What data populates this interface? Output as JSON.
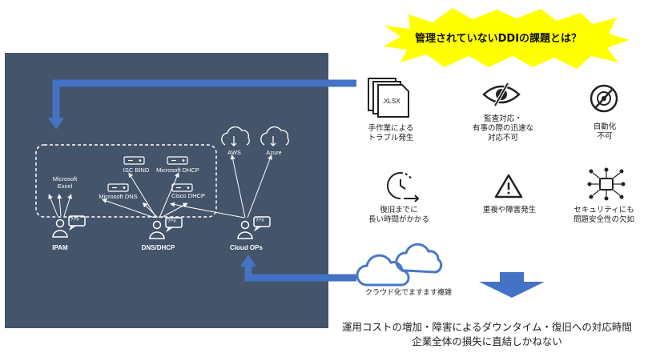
{
  "title": "管理されていないDDIの課題とは？",
  "colors": {
    "panel": "#44546a",
    "arrow": "#4472c4",
    "burst": "#ffff00",
    "cloud": "#4a78c8"
  },
  "left_panel": {
    "microsoft_excel": "Microsoft\nExcel",
    "isc_bind": "ISC BIND",
    "microsoft_dhcp": "Microsoft DHCP",
    "microsoft_dns": "Microsoft DNS",
    "cisco_dhcp": "Cisco DHCP",
    "aws": "AWS",
    "azure": "Azure",
    "ipam": "IPAM",
    "dns_dhcp": "DNS/DHCP",
    "cloud_ops": "Cloud OPs",
    "chat_glyph": "?!*#"
  },
  "issues": [
    {
      "text": "手作業による\nトラブル発生",
      "icon": "spreadsheet-file-icon",
      "file_label": ".XLSX"
    },
    {
      "text": "監査対応・\n有事の際の迅速な\n対応不可",
      "icon": "eye-blocked-icon"
    },
    {
      "text": "自動化\n不可",
      "icon": "automation-disabled-icon"
    },
    {
      "text": "復旧までに\n長い時間がかかる",
      "icon": "clock-history-icon"
    },
    {
      "text": "重複や障害発生",
      "icon": "warning-icon"
    },
    {
      "text": "セキュリティにも\n問題安全性の欠如",
      "icon": "bug-network-icon"
    }
  ],
  "cloud_note": "クラウド化でますます複雑",
  "bottom_lines": [
    "運用コストの増加・障害によるダウンタイム・復旧への対応時間",
    "企業全体の損失に直結しかねない"
  ]
}
